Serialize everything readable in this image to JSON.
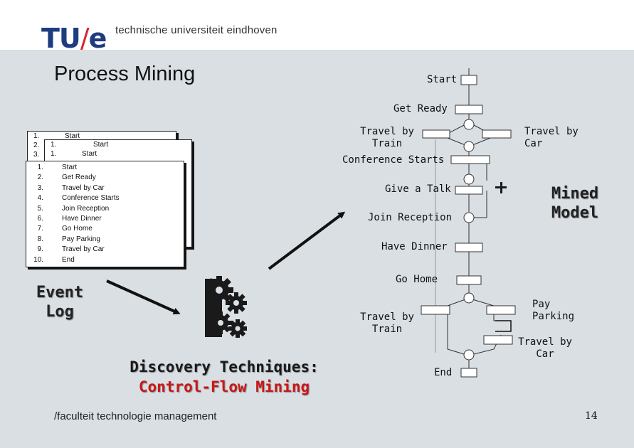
{
  "header": {
    "logo_main": "TU",
    "logo_slash": "/",
    "logo_e": "e",
    "logo_text": "technische universiteit eindhoven"
  },
  "slide": {
    "title": "Process Mining",
    "event_log_label": [
      "Event",
      "Log"
    ],
    "mined_model_label": [
      "Mined",
      "Model"
    ],
    "discovery_line1": "Discovery Techniques:",
    "discovery_line2": "Control-Flow Mining",
    "footer": "/faculteit technologie management",
    "page_number": "14"
  },
  "event_log": {
    "back_card_rows": [
      {
        "num": "1.",
        "act": "Start"
      },
      {
        "num": "2.",
        "act": ""
      },
      {
        "num": "3.",
        "act": ""
      }
    ],
    "mid_card_rows": [
      {
        "num": "1.",
        "act": "Start"
      },
      {
        "num": "1.",
        "act": "Start"
      }
    ],
    "front_card_rows": [
      {
        "num": "1.",
        "act": "Start"
      },
      {
        "num": "2.",
        "act": "Get Ready"
      },
      {
        "num": "3.",
        "act": "Travel by Car"
      },
      {
        "num": "4.",
        "act": "Conference Starts"
      },
      {
        "num": "5.",
        "act": "Join Reception"
      },
      {
        "num": "6.",
        "act": "Have Dinner"
      },
      {
        "num": "7.",
        "act": "Go Home"
      },
      {
        "num": "8.",
        "act": "Pay Parking"
      },
      {
        "num": "9.",
        "act": "Travel by Car"
      },
      {
        "num": "10.",
        "act": "End"
      }
    ]
  },
  "model_labels": {
    "start": "Start",
    "get_ready": "Get Ready",
    "travel_by_train_1": [
      "Travel by",
      "Train"
    ],
    "travel_by_car_1": [
      "Travel by",
      "Car"
    ],
    "conference_starts": "Conference Starts",
    "give_a_talk": "Give a Talk",
    "join_reception": "Join Reception",
    "have_dinner": "Have Dinner",
    "go_home": "Go Home",
    "travel_by_train_2": [
      "Travel by",
      "Train"
    ],
    "pay_parking": [
      "Pay",
      "Parking"
    ],
    "travel_by_car_2": [
      "Travel by",
      "Car"
    ],
    "end": "End"
  },
  "colors": {
    "background": "#d9dfe3",
    "logo_blue": "#1f3c80",
    "logo_red": "#d9262e",
    "accent_red": "#c81818"
  },
  "icons": [
    "gears-icon",
    "arrow-icon"
  ]
}
